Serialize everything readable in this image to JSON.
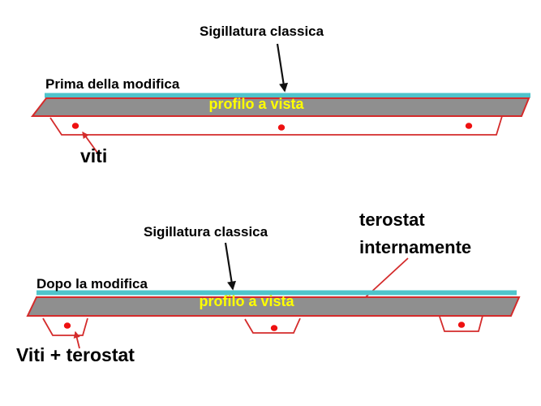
{
  "slide": {
    "background": "#ffffff"
  },
  "colors": {
    "seal_cyan": "#4fc4cb",
    "profile_gray": "#8f8f8f",
    "outline_red": "#d42b2b",
    "dot_red": "#ee1111",
    "label_yellow": "#ffff00",
    "arrow_black": "#101010",
    "text_black": "#000000"
  },
  "diagram_before": {
    "seal_label": "Sigillatura classica",
    "title": "Prima della modifica",
    "profile_label": "profilo a vista",
    "screws_label": "viti"
  },
  "diagram_after": {
    "seal_label": "Sigillatura classica",
    "terostat_label_line1": "terostat",
    "terostat_label_line2": "internamente",
    "title": "Dopo la modifica",
    "profile_label": "profilo a vista",
    "screws_label": "Viti + terostat"
  }
}
